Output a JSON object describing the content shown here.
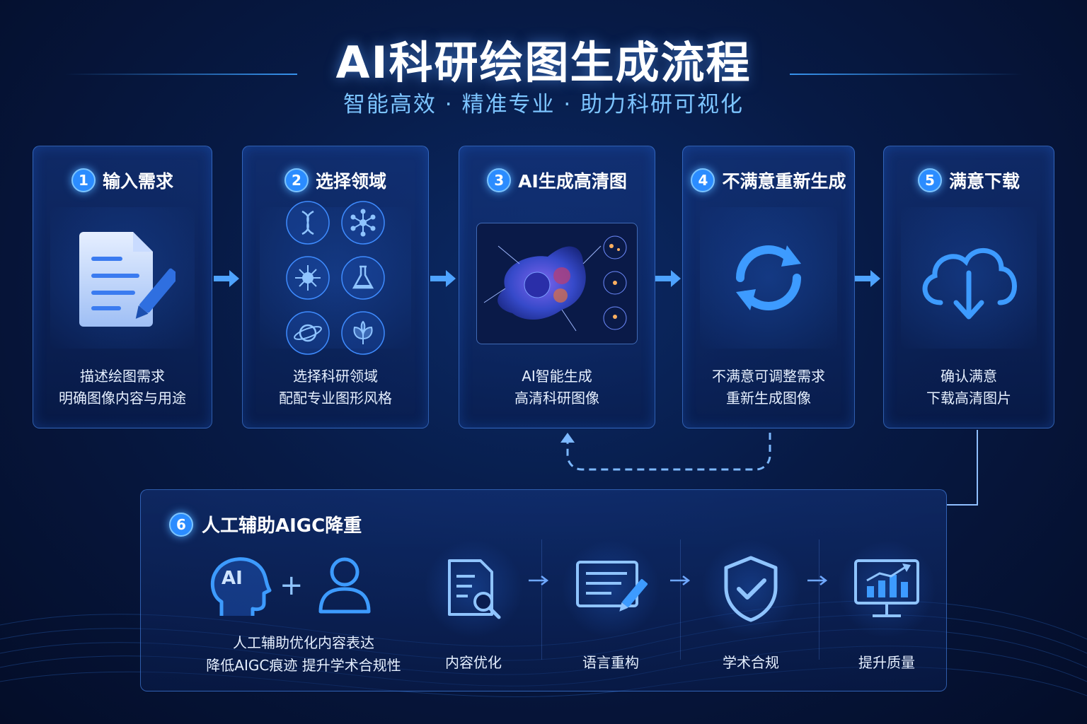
{
  "header": {
    "title": "AI科研绘图生成流程",
    "subtitle": "智能高效 · 精准专业 · 助力科研可视化"
  },
  "steps": [
    {
      "num": "1",
      "title": "输入需求",
      "desc1": "描述绘图需求",
      "desc2": "明确图像内容与用途",
      "icon": "document-edit-icon"
    },
    {
      "num": "2",
      "title": "选择领域",
      "desc1": "选择科研领域",
      "desc2": "配配专业图形风格",
      "icon": "domain-grid-icons"
    },
    {
      "num": "3",
      "title": "AI生成高清图",
      "desc1": "AI智能生成",
      "desc2": "高清科研图像",
      "icon": "generated-cell-image"
    },
    {
      "num": "4",
      "title": "不满意重新生成",
      "desc1": "不满意可调整需求",
      "desc2": "重新生成图像",
      "icon": "refresh-icon"
    },
    {
      "num": "5",
      "title": "满意下载",
      "desc1": "确认满意",
      "desc2": "下载高清图片",
      "icon": "cloud-download-icon"
    }
  ],
  "aigc": {
    "num": "6",
    "title": "人工辅助AIGC降重",
    "ai_badge": "AI",
    "plus": "+",
    "desc1": "人工辅助优化内容表达",
    "desc2": "降低AIGC痕迹 提升学术合规性",
    "substeps": [
      {
        "label": "内容优化",
        "icon": "document-search-icon"
      },
      {
        "label": "语言重构",
        "icon": "text-edit-icon"
      },
      {
        "label": "学术合规",
        "icon": "shield-check-icon"
      },
      {
        "label": "提升质量",
        "icon": "chart-monitor-icon"
      }
    ]
  },
  "colors": {
    "accent": "#2b8cff",
    "accent_light": "#7cc4ff",
    "bg": "#071a45"
  }
}
